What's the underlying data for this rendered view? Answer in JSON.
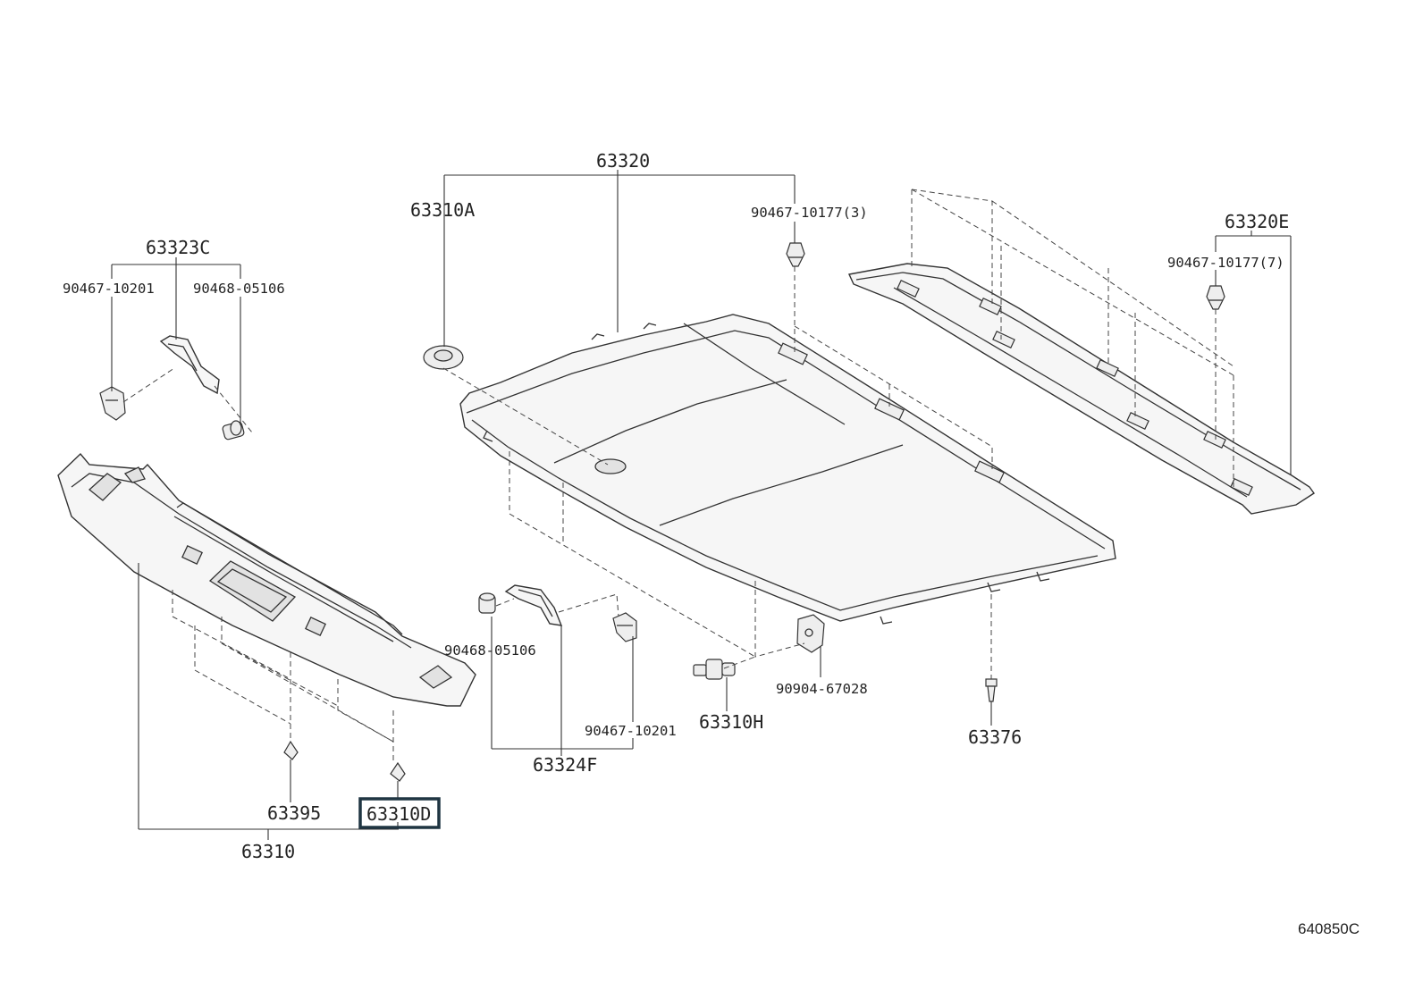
{
  "labels": {
    "p63320": "63320",
    "p63310A": "63310A",
    "p90467_10177_3": "90467-10177(3)",
    "p63320E": "63320E",
    "p90467_10177_7": "90467-10177(7)",
    "p63323C": "63323C",
    "p90467_10201_left": "90467-10201",
    "p90468_05106_left": "90468-05106",
    "p90468_05106_mid": "90468-05106",
    "p90467_10201_mid": "90467-10201",
    "p63324F": "63324F",
    "p63310H": "63310H",
    "p90904_67028": "90904-67028",
    "p63376": "63376",
    "p63395": "63395",
    "p63310D": "63310D",
    "p63310": "63310"
  },
  "figure_code": "640850C",
  "highlighted_part": "63310D",
  "colors": {
    "line": "#333333",
    "highlight_box": "#1f3542",
    "background": "#ffffff"
  }
}
